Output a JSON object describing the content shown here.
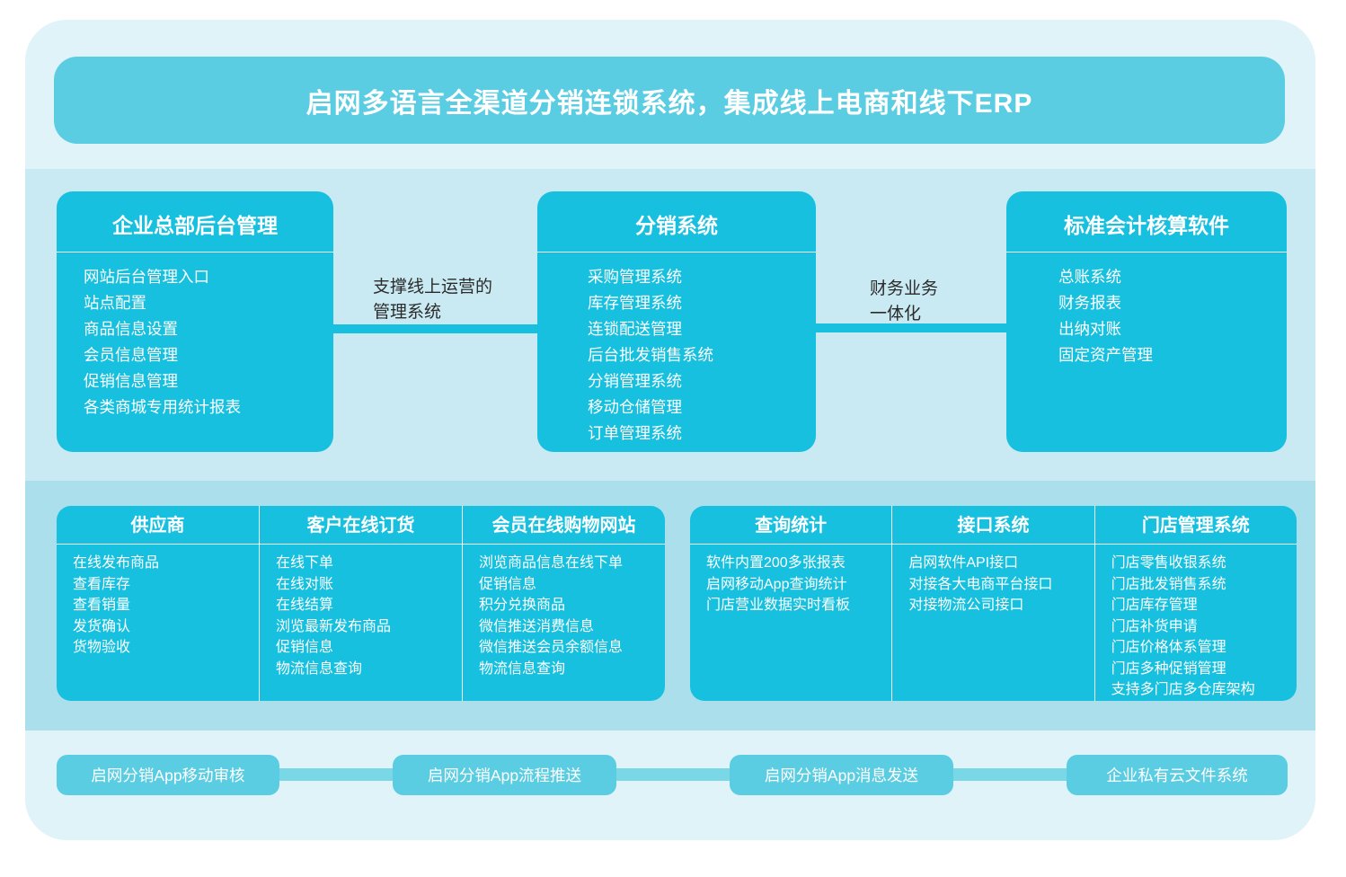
{
  "colors": {
    "page_bg": "#ffffff",
    "container_bg": "#e0f3f9",
    "band1_bg": "#c9eaf3",
    "band2_bg": "#abdfec",
    "box_cyan": "#16c0de",
    "banner_cyan": "#5acde2",
    "footer_connector": "#79d7e6",
    "connector_label_text": "#2b2b2b",
    "box_text": "#ffffff"
  },
  "banner": {
    "title": "启网多语言全渠道分销连锁系统，集成线上电商和线下ERP"
  },
  "tier1": {
    "boxes": [
      {
        "title": "企业总部后台管理",
        "items": [
          "网站后台管理入口",
          "站点配置",
          "商品信息设置",
          "会员信息管理",
          "促销信息管理",
          "各类商城专用统计报表"
        ]
      },
      {
        "title": "分销系统",
        "items": [
          "采购管理系统",
          "库存管理系统",
          "连锁配送管理",
          "后台批发销售系统",
          "分销管理系统",
          "移动仓储管理",
          "订单管理系统"
        ]
      },
      {
        "title": "标准会计核算软件",
        "items": [
          "总账系统",
          "财务报表",
          "出纳对账",
          "固定资产管理"
        ]
      }
    ],
    "connectors": [
      {
        "line1": "支撑线上运营的",
        "line2": "管理系统"
      },
      {
        "line1": "财务业务",
        "line2": "一体化"
      }
    ]
  },
  "tier2": {
    "left_columns": [
      {
        "title": "供应商",
        "items": [
          "在线发布商品",
          "查看库存",
          "查看销量",
          "发货确认",
          "货物验收"
        ]
      },
      {
        "title": "客户在线订货",
        "items": [
          "在线下单",
          "在线对账",
          "在线结算",
          "浏览最新发布商品",
          "促销信息",
          "物流信息查询"
        ]
      },
      {
        "title": "会员在线购物网站",
        "items": [
          "浏览商品信息在线下单",
          "促销信息",
          "积分兑换商品",
          "微信推送消费信息",
          "微信推送会员余额信息",
          "物流信息查询"
        ]
      }
    ],
    "right_columns": [
      {
        "title": "查询统计",
        "items": [
          "软件内置200多张报表",
          "启网移动App查询统计",
          "门店营业数据实时看板"
        ]
      },
      {
        "title": "接口系统",
        "items": [
          "启网软件API接口",
          "对接各大电商平台接口",
          "对接物流公司接口"
        ]
      },
      {
        "title": "门店管理系统",
        "items": [
          "门店零售收银系统",
          "门店批发销售系统",
          "门店库存管理",
          "门店补货申请",
          "门店价格体系管理",
          "门店多种促销管理",
          "支持多门店多仓库架构"
        ]
      }
    ]
  },
  "footer": {
    "buttons": [
      "启网分销App移动审核",
      "启网分销App流程推送",
      "启网分销App消息发送",
      "企业私有云文件系统"
    ]
  }
}
